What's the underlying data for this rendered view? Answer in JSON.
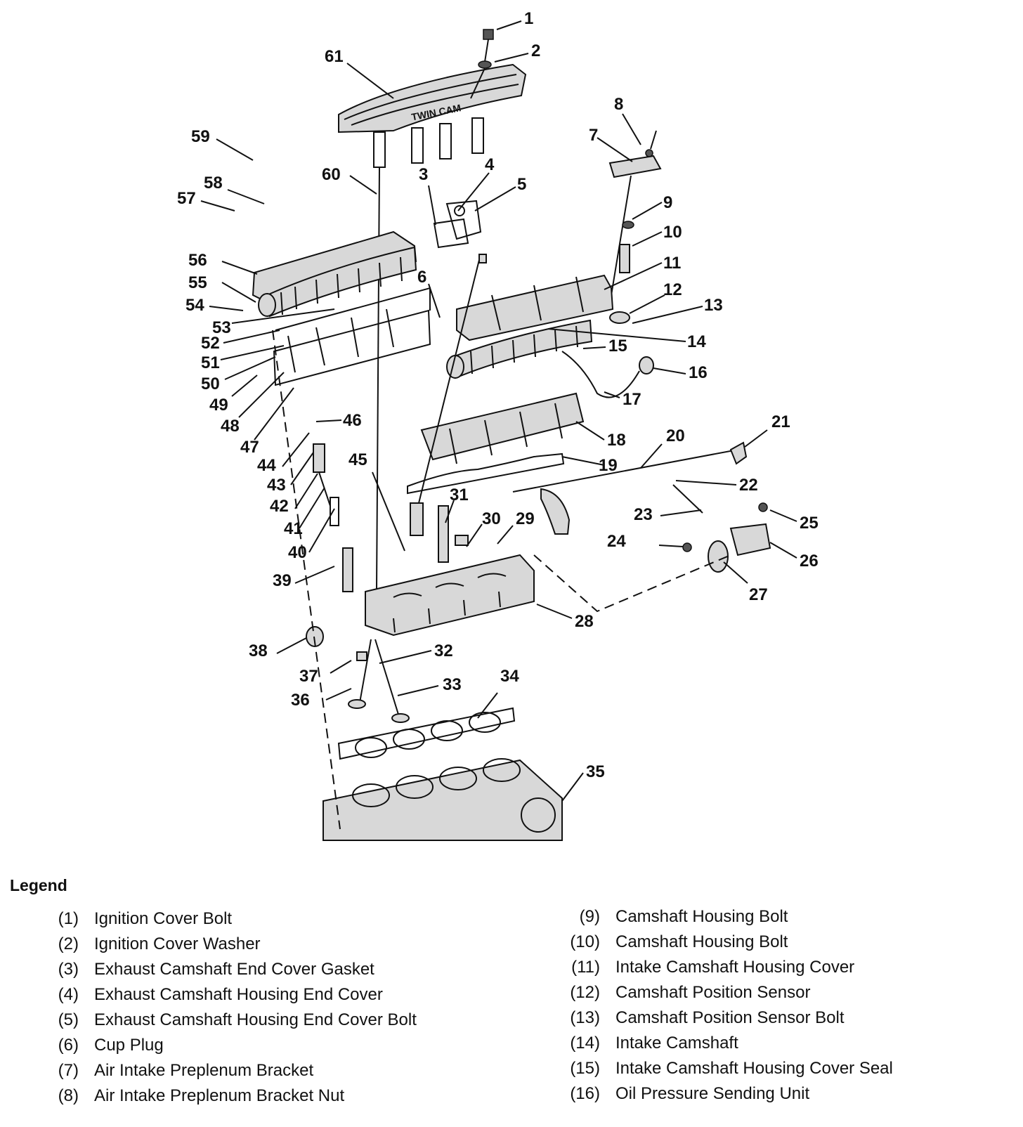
{
  "legend": {
    "title": "Legend",
    "left": [
      {
        "num": "(1)",
        "label": "Ignition Cover Bolt"
      },
      {
        "num": "(2)",
        "label": "Ignition Cover Washer"
      },
      {
        "num": "(3)",
        "label": "Exhaust Camshaft End Cover Gasket"
      },
      {
        "num": "(4)",
        "label": "Exhaust Camshaft Housing End Cover"
      },
      {
        "num": "(5)",
        "label": "Exhaust Camshaft Housing End Cover Bolt"
      },
      {
        "num": "(6)",
        "label": "Cup Plug"
      },
      {
        "num": "(7)",
        "label": "Air Intake Preplenum Bracket"
      },
      {
        "num": "(8)",
        "label": "Air Intake Preplenum Bracket Nut"
      }
    ],
    "right": [
      {
        "num": "(9)",
        "label": "Camshaft Housing Bolt"
      },
      {
        "num": "(10)",
        "label": "Camshaft Housing Bolt"
      },
      {
        "num": "(11)",
        "label": "Intake Camshaft Housing Cover"
      },
      {
        "num": "(12)",
        "label": "Camshaft Position Sensor"
      },
      {
        "num": "(13)",
        "label": "Camshaft Position Sensor Bolt"
      },
      {
        "num": "(14)",
        "label": "Intake Camshaft"
      },
      {
        "num": "(15)",
        "label": "Intake Camshaft Housing Cover Seal"
      },
      {
        "num": "(16)",
        "label": "Oil Pressure Sending Unit"
      }
    ]
  },
  "callouts": [
    "1",
    "2",
    "3",
    "4",
    "5",
    "6",
    "7",
    "8",
    "9",
    "10",
    "11",
    "12",
    "13",
    "14",
    "15",
    "16",
    "17",
    "18",
    "19",
    "20",
    "21",
    "22",
    "23",
    "24",
    "25",
    "26",
    "27",
    "28",
    "29",
    "30",
    "31",
    "32",
    "33",
    "34",
    "35",
    "36",
    "37",
    "38",
    "39",
    "40",
    "41",
    "42",
    "43",
    "44",
    "45",
    "46",
    "47",
    "48",
    "49",
    "50",
    "51",
    "52",
    "53",
    "54",
    "55",
    "56",
    "57",
    "58",
    "59",
    "60",
    "61"
  ],
  "cover_text": "TWIN CAM"
}
